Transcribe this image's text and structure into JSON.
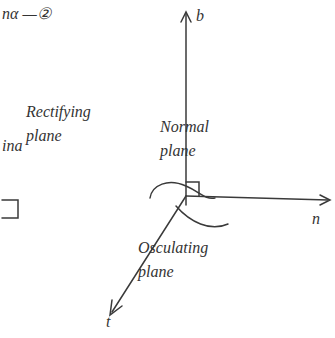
{
  "diagram": {
    "labels": [
      "nα —②",
      "b",
      "Normal plane",
      "Rectifying plane",
      "ina",
      "n",
      "Osculating plane",
      "t"
    ]
  }
}
